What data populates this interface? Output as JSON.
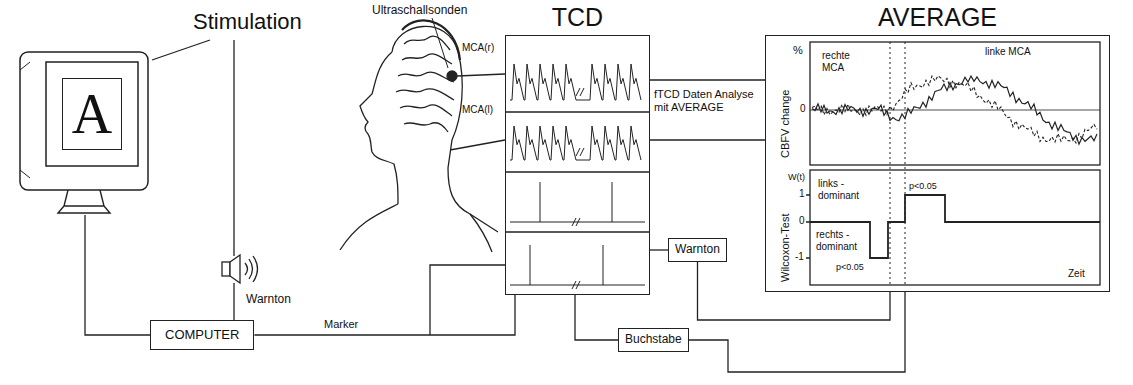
{
  "diagram": {
    "nodes": [
      {
        "text": [
          "A"
        ]
      },
      {
        "text": [
          "COMPUTER"
        ]
      },
      {
        "text": [
          "TCD"
        ]
      },
      {
        "text": [
          "AVERAGE"
        ]
      },
      {
        "text": [
          "Warnton"
        ]
      },
      {
        "text": [
          "Buchstabe"
        ]
      }
    ],
    "edges": [
      {
        "from": 1,
        "to": 0,
        "arrow": "none"
      },
      {
        "from": 1,
        "to": 2,
        "label": "Marker",
        "arrow": "none"
      },
      {
        "from": 2,
        "to": 3,
        "label": "fTCD Daten Analyse mit AVERAGE",
        "arrow": "none"
      },
      {
        "from": 2,
        "to": 4,
        "arrow": "none"
      },
      {
        "from": 4,
        "to": 3,
        "arrow": "none"
      },
      {
        "from": 2,
        "to": 5,
        "arrow": "none"
      },
      {
        "from": 5,
        "to": 3,
        "arrow": "none"
      }
    ],
    "labels": [
      "Stimulation",
      "Warnton",
      "Ultraschallsonden",
      "MCA(r)",
      "MCA(l)",
      "%",
      "rechte MCA",
      "linke MCA",
      "CBFV change",
      "0",
      "W(t)",
      "1",
      "0",
      "-1",
      "links - dominant",
      "rechts - dominant",
      "p<0.05",
      "p<0.05",
      "Wilcoxon-Test",
      "Zeit"
    ]
  }
}
